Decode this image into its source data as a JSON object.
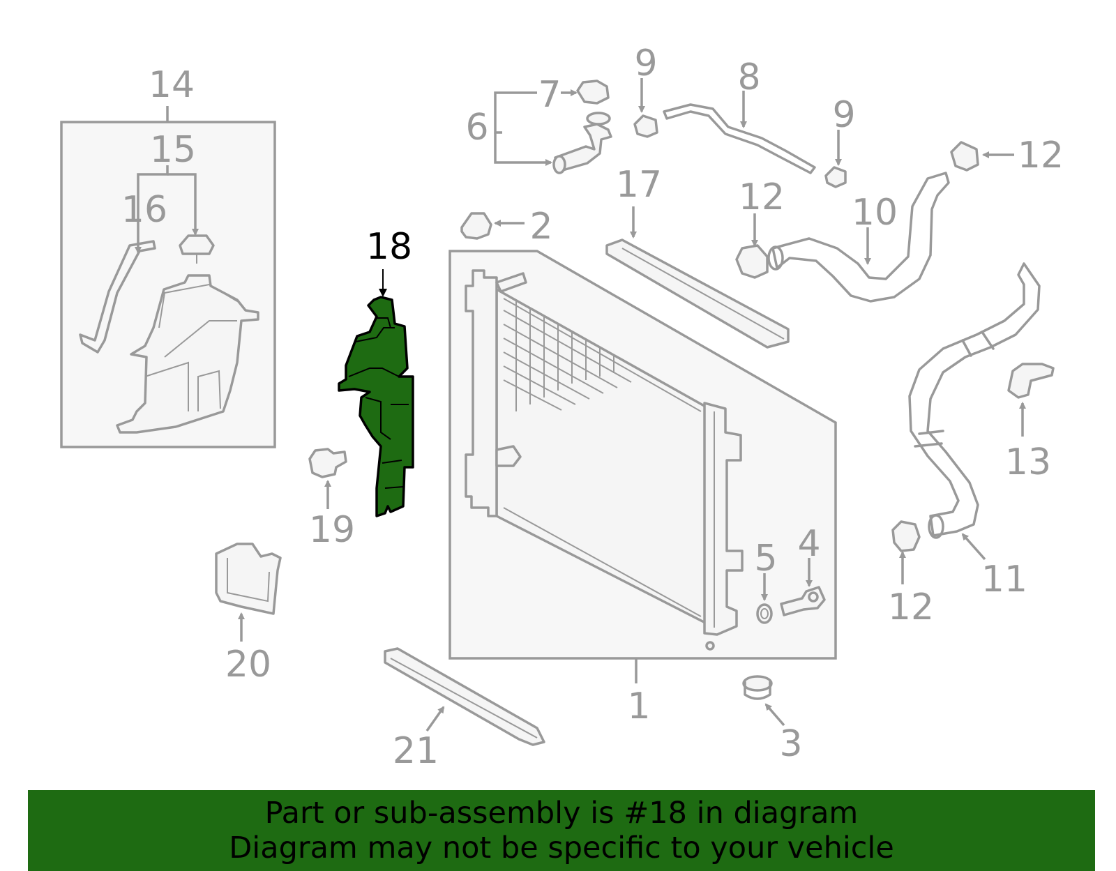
{
  "callouts": [
    {
      "id": "1",
      "text": "1"
    },
    {
      "id": "2",
      "text": "2"
    },
    {
      "id": "3",
      "text": "3"
    },
    {
      "id": "4",
      "text": "4"
    },
    {
      "id": "5",
      "text": "5"
    },
    {
      "id": "6",
      "text": "6"
    },
    {
      "id": "7",
      "text": "7"
    },
    {
      "id": "8",
      "text": "8"
    },
    {
      "id": "9a",
      "text": "9"
    },
    {
      "id": "9b",
      "text": "9"
    },
    {
      "id": "10",
      "text": "10"
    },
    {
      "id": "11",
      "text": "11"
    },
    {
      "id": "12a",
      "text": "12"
    },
    {
      "id": "12b",
      "text": "12"
    },
    {
      "id": "12c",
      "text": "12"
    },
    {
      "id": "13",
      "text": "13"
    },
    {
      "id": "14",
      "text": "14"
    },
    {
      "id": "15",
      "text": "15"
    },
    {
      "id": "16",
      "text": "16"
    },
    {
      "id": "17",
      "text": "17"
    },
    {
      "id": "18",
      "text": "18",
      "highlighted": true
    },
    {
      "id": "19",
      "text": "19"
    },
    {
      "id": "20",
      "text": "20"
    },
    {
      "id": "21",
      "text": "21"
    }
  ],
  "highlight_color": "#1e6b12",
  "banner": {
    "line1": "Part or sub-assembly is #18 in diagram",
    "line2": "Diagram may not be specific to your vehicle"
  }
}
